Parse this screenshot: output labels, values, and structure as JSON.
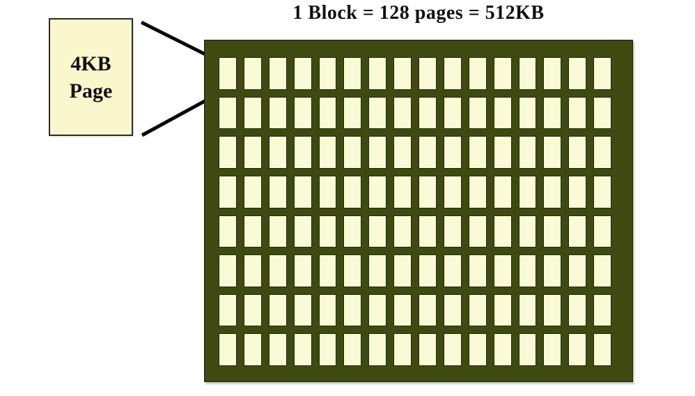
{
  "title": "1 Block = 128 pages = 512KB",
  "label_box": {
    "line1": "4KB",
    "line2": "Page"
  },
  "block": {
    "columns": 16,
    "rows": 8,
    "total_pages": 128
  },
  "colors": {
    "background": "#FFFFFF",
    "block_bg": "#3F4A10",
    "block_border": "#161C04",
    "page_fill": "#FAFBD6",
    "page_border": "#20280A",
    "label_fill": "#FAF7CC",
    "label_border": "#2A2A2A",
    "line_color": "#070707",
    "text_color": "#111111"
  }
}
